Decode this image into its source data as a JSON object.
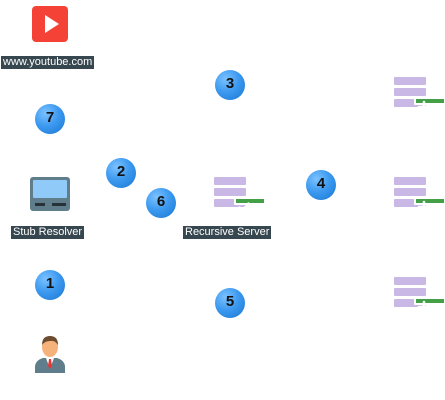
{
  "nodes": {
    "youtube": {
      "label": "www.youtube.com",
      "icon": "youtube-play-icon",
      "color": "#f44336"
    },
    "stub_resolver": {
      "label": "Stub Resolver",
      "icon": "computer-terminal-icon"
    },
    "recursive_server": {
      "label": "Recursive Server",
      "icon": "server-check-icon",
      "badge_color": "#43a047"
    },
    "servers_right": [
      {
        "icon": "server-add-icon",
        "badge_color": "#43a047"
      },
      {
        "icon": "server-add-icon",
        "badge_color": "#43a047"
      },
      {
        "icon": "server-add-icon",
        "badge_color": "#43a047"
      }
    ],
    "user": {
      "icon": "user-businessman-icon"
    }
  },
  "steps": {
    "s1": "1",
    "s2": "2",
    "s3": "3",
    "s4": "4",
    "s5": "5",
    "s6": "6",
    "s7": "7"
  },
  "colors": {
    "label_bg": "#37474f",
    "step_blue": "#3d9af0",
    "server_purple": "#c9b8e6"
  }
}
